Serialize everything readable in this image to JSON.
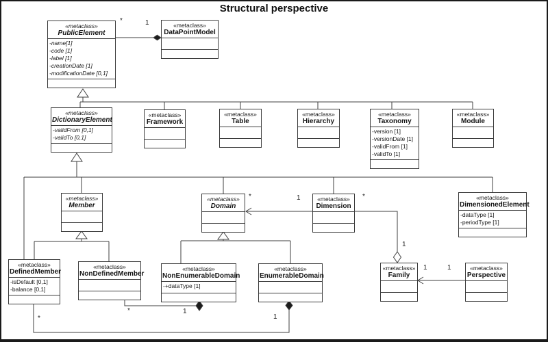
{
  "title": "Structural perspective",
  "colors": {
    "background": "#ffffff",
    "line": "#3f3f3f",
    "text": "#151515"
  },
  "diagram": {
    "classes": [
      {
        "stereotype": "«metaclass»",
        "name": "PublicElement",
        "abstract": true,
        "attributes": [
          "-name[1]",
          "-code [1]",
          "-label [1]",
          "-creationDate [1]",
          "-modificationDate [0,1]"
        ]
      },
      {
        "stereotype": "«metaclass»",
        "name": "DataPointModel",
        "abstract": false,
        "attributes": []
      },
      {
        "stereotype": "«metaclass»",
        "name": "DictionaryElement",
        "abstract": true,
        "attributes": [
          "-validFrom [0,1]",
          "-validTo [0,1]"
        ]
      },
      {
        "stereotype": "«metaclass»",
        "name": "Framework",
        "abstract": false,
        "attributes": []
      },
      {
        "stereotype": "«metaclass»",
        "name": "Table",
        "abstract": false,
        "attributes": []
      },
      {
        "stereotype": "«metaclass»",
        "name": "Hierarchy",
        "abstract": false,
        "attributes": []
      },
      {
        "stereotype": "«metaclass»",
        "name": "Taxonomy",
        "abstract": false,
        "attributes": [
          "-version [1]",
          "-versionDate [1]",
          "-validFrom [1]",
          "-validTo [1]"
        ]
      },
      {
        "stereotype": "«metaclass»",
        "name": "Module",
        "abstract": false,
        "attributes": []
      },
      {
        "stereotype": "«metaclass»",
        "name": "Member",
        "abstract": true,
        "attributes": []
      },
      {
        "stereotype": "«metaclass»",
        "name": "Domain",
        "abstract": true,
        "attributes": []
      },
      {
        "stereotype": "«metaclass»",
        "name": "Dimension",
        "abstract": false,
        "attributes": []
      },
      {
        "stereotype": "«metaclass»",
        "name": "DimensionedElement",
        "abstract": false,
        "attributes": [
          "-dataType [1]",
          "-periodType [1]"
        ]
      },
      {
        "stereotype": "«metaclass»",
        "name": "DefinedMember",
        "abstract": false,
        "attributes": [
          "-isDefault [0,1]",
          "-balance [0,1]"
        ]
      },
      {
        "stereotype": "«metaclass»",
        "name": "NonDefinedMember",
        "abstract": false,
        "attributes": []
      },
      {
        "stereotype": "«metaclass»",
        "name": "NonEnumerableDomain",
        "abstract": false,
        "attributes": [
          "-+dataType [1]"
        ]
      },
      {
        "stereotype": "«metaclass»",
        "name": "EnumerableDomain",
        "abstract": false,
        "attributes": []
      },
      {
        "stereotype": "«metaclass»",
        "name": "Family",
        "abstract": false,
        "attributes": []
      },
      {
        "stereotype": "«metaclass»",
        "name": "Perspective",
        "abstract": false,
        "attributes": []
      }
    ],
    "multiplicities": [
      {
        "text": "*"
      },
      {
        "text": "1"
      },
      {
        "text": "*"
      },
      {
        "text": "1"
      },
      {
        "text": "*"
      },
      {
        "text": "1"
      },
      {
        "text": "1"
      },
      {
        "text": "1"
      },
      {
        "text": "*"
      },
      {
        "text": "1"
      },
      {
        "text": "*"
      },
      {
        "text": "1"
      }
    ]
  }
}
